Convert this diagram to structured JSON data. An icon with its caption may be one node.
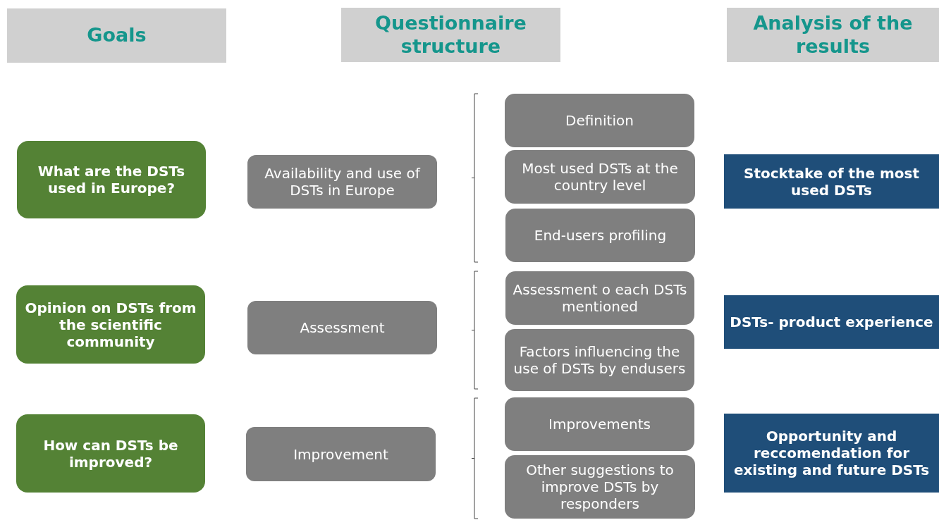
{
  "diagram": {
    "nodes": [
      {
        "text": [
          "Goals"
        ]
      },
      {
        "text": [
          "Questionnaire structure"
        ]
      },
      {
        "text": [
          "Analysis of the results"
        ]
      },
      {
        "text": [
          "What are the DSTs used in Europe?"
        ]
      },
      {
        "text": [
          "Opinion on DSTs from the scientific community"
        ]
      },
      {
        "text": [
          "How can DSTs be improved?"
        ]
      },
      {
        "text": [
          "Availability and use of DSTs in Europe"
        ]
      },
      {
        "text": [
          "Assessment"
        ]
      },
      {
        "text": [
          "Improvement"
        ]
      },
      {
        "text": [
          "Definition"
        ]
      },
      {
        "text": [
          "Most used DSTs at the country level"
        ]
      },
      {
        "text": [
          "End-users profiling"
        ]
      },
      {
        "text": [
          "Assessment o each DSTs mentioned"
        ]
      },
      {
        "text": [
          "Factors influencing the use of DSTs by endusers"
        ]
      },
      {
        "text": [
          "Improvements"
        ]
      },
      {
        "text": [
          "Other suggestions to improve DSTs by responders"
        ]
      },
      {
        "text": [
          "Stocktake of the most used DSTs"
        ]
      },
      {
        "text": [
          "DSTs- product experience"
        ]
      },
      {
        "text": [
          "Opportunity and reccomendation for existing and future DSTs"
        ]
      }
    ]
  }
}
